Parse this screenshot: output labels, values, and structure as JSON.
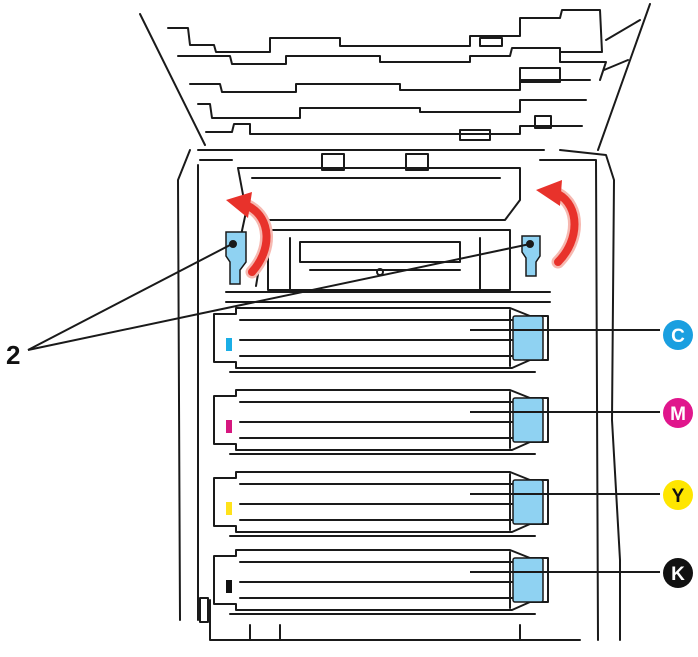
{
  "diagram": {
    "callout_number": "2",
    "cartridges": [
      {
        "key": "cyan",
        "badge_label": "C",
        "badge_color": "#1a9fe0",
        "badge_text_color": "#ffffff",
        "marker_color": "#1aaee6"
      },
      {
        "key": "magenta",
        "badge_label": "M",
        "badge_color": "#e0168c",
        "badge_text_color": "#ffffff",
        "marker_color": "#d6177f"
      },
      {
        "key": "yellow",
        "badge_label": "Y",
        "badge_color": "#ffe600",
        "badge_text_color": "#111111",
        "marker_color": "#ffe21a"
      },
      {
        "key": "black",
        "badge_label": "K",
        "badge_color": "#111111",
        "badge_text_color": "#ffffff",
        "marker_color": "#111111"
      }
    ],
    "colors": {
      "line_art": "#1a1a1a",
      "latch_blue": "#8fd2f2",
      "arrow_red": "#e8322b",
      "arrow_light": "#f6b8b0"
    },
    "icons": [
      "rotate-arrow-icon"
    ]
  }
}
